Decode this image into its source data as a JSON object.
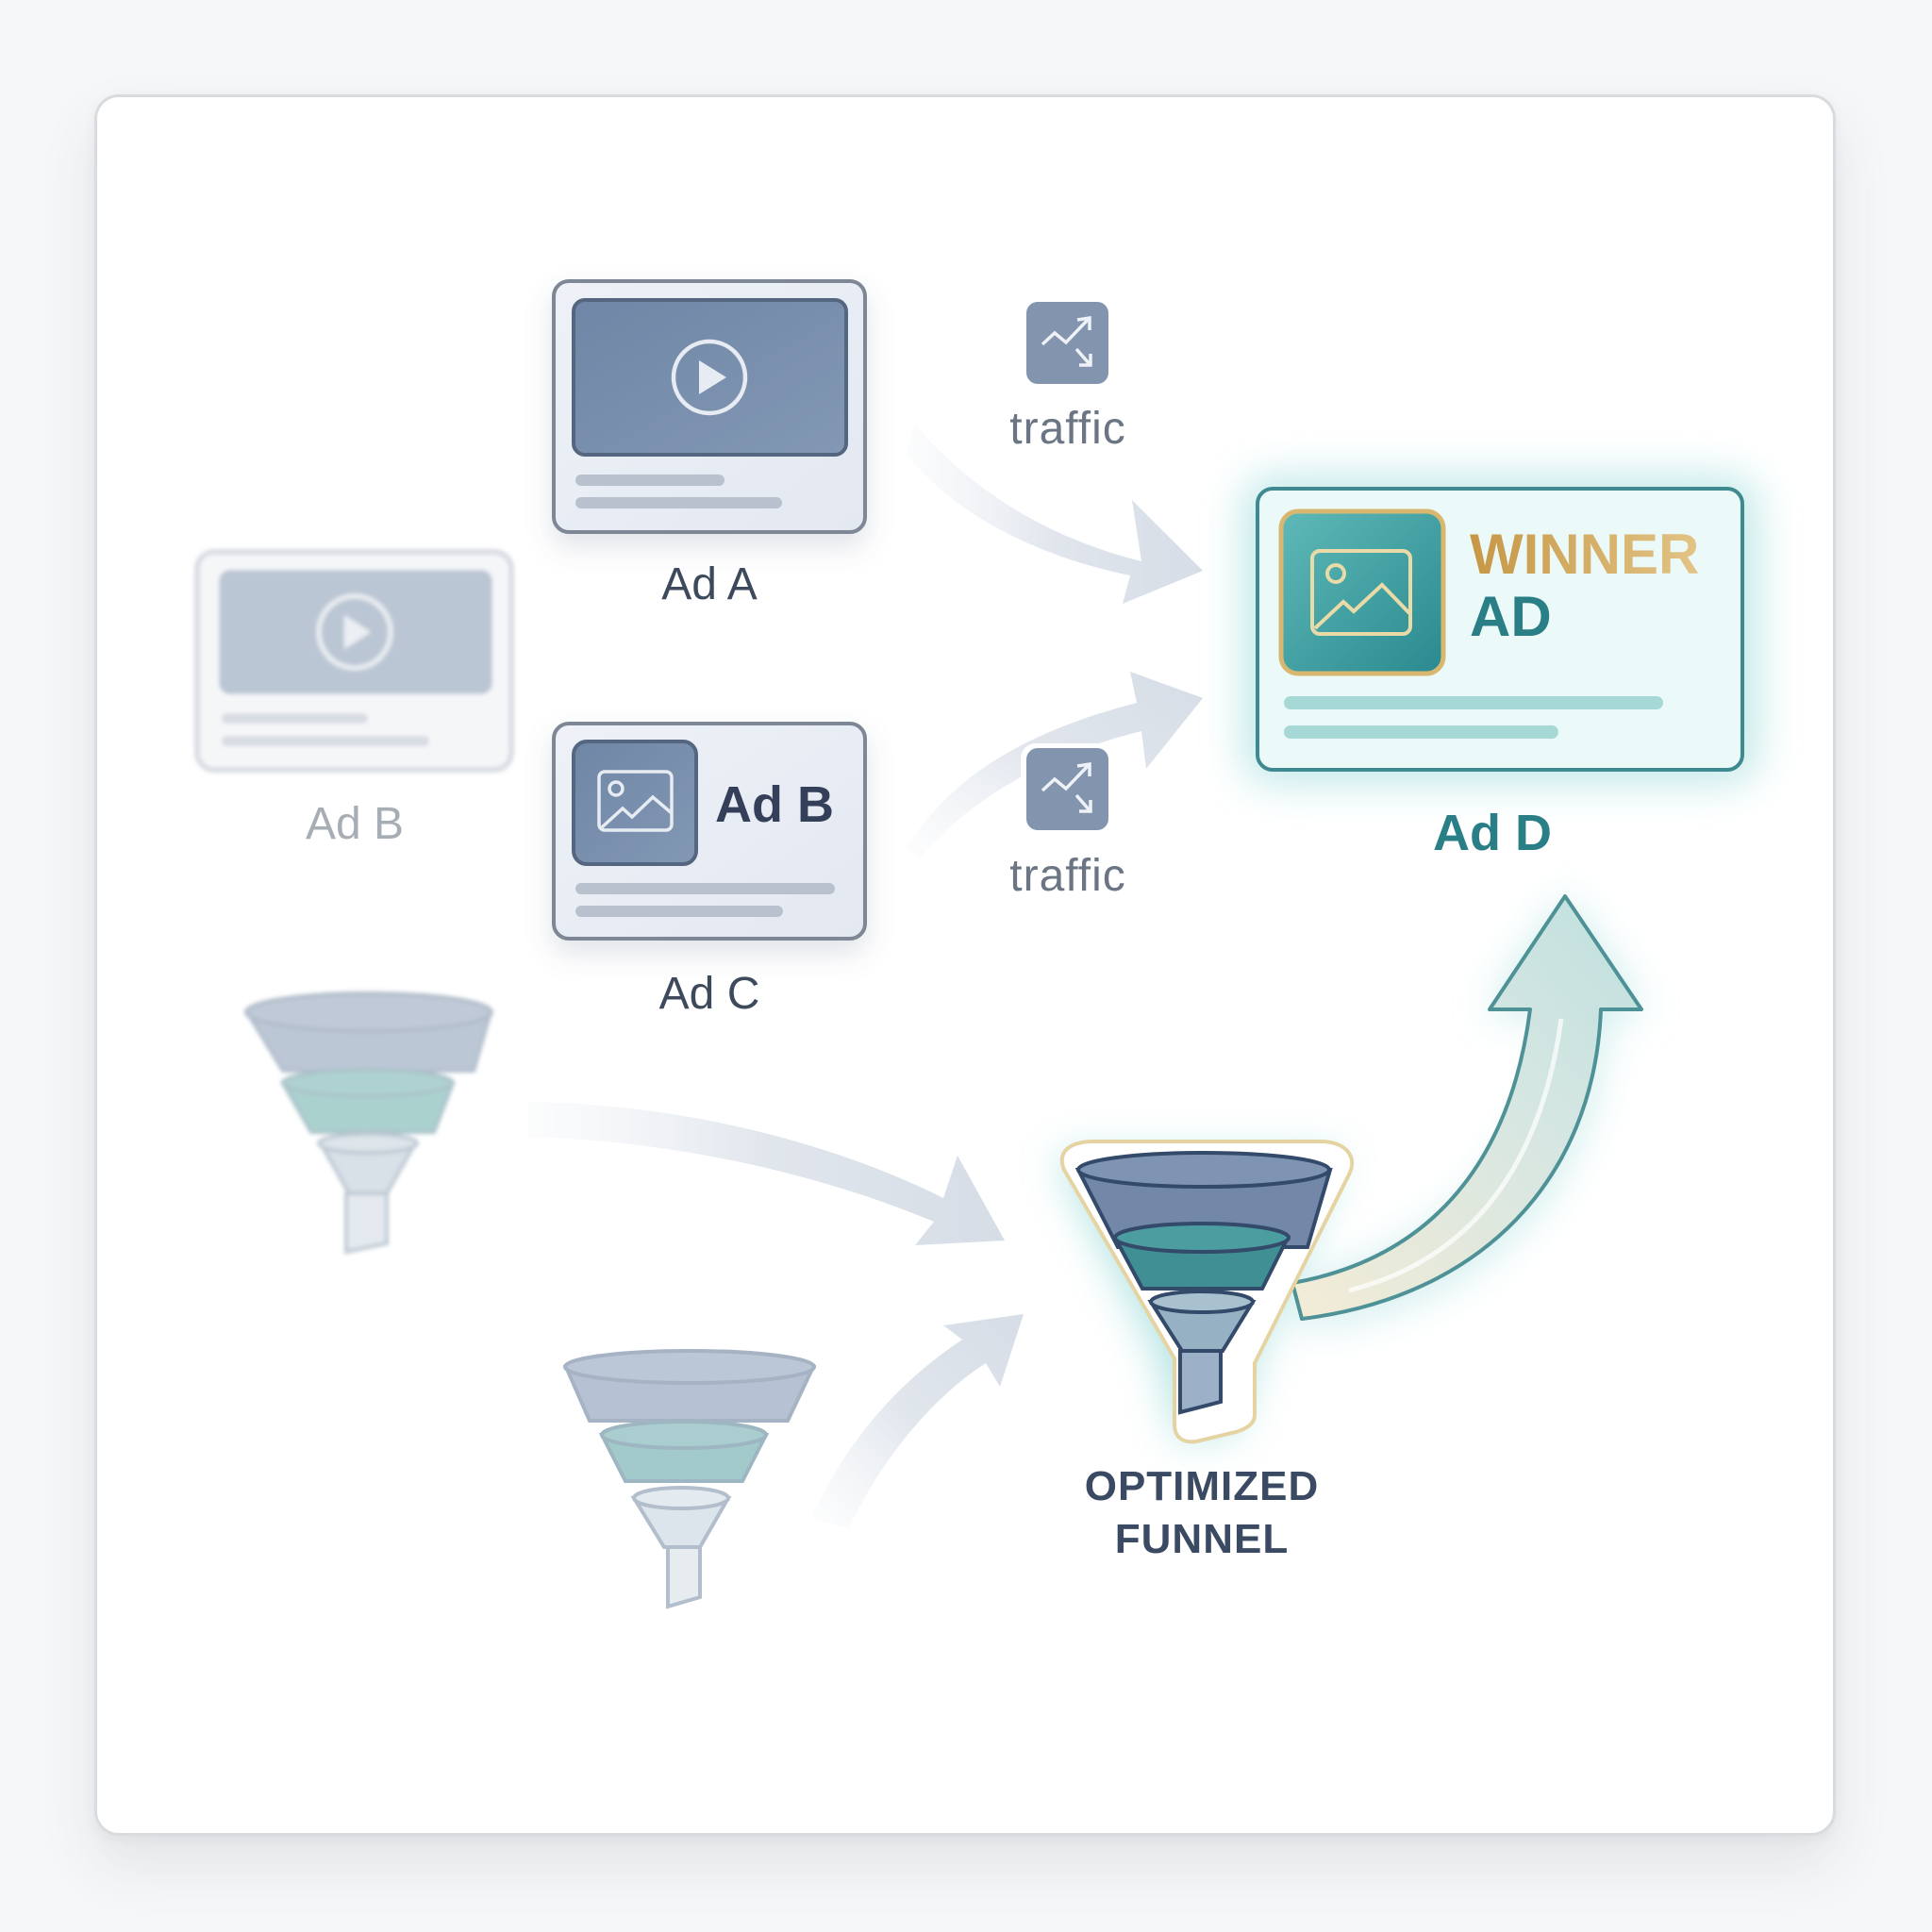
{
  "diagram": {
    "title": "Ad testing to optimized funnel",
    "ads": [
      {
        "id": "ad-a",
        "label": "Ad A",
        "media": "video",
        "state": "active"
      },
      {
        "id": "ad-b-ghost",
        "label": "Ad B",
        "media": "video",
        "state": "faded"
      },
      {
        "id": "ad-c",
        "label": "Ad C",
        "media": "image",
        "card_title": "Ad B",
        "state": "active"
      },
      {
        "id": "ad-d",
        "label": "Ad D",
        "media": "image",
        "card_title_line1": "WINNER",
        "card_title_line2": "AD",
        "state": "winner"
      }
    ],
    "traffic_badges": [
      {
        "label": "traffic",
        "icon": "trending-arrows-icon"
      },
      {
        "label": "traffic",
        "icon": "trending-arrows-icon"
      }
    ],
    "funnels": [
      {
        "id": "ghost-funnel-1",
        "state": "faded"
      },
      {
        "id": "ghost-funnel-2",
        "state": "faded"
      },
      {
        "id": "optimized-funnel",
        "state": "highlighted",
        "label_line1": "OPTIMIZED",
        "label_line2": "FUNNEL"
      }
    ],
    "flows": [
      {
        "from": "ad-a",
        "to": "ad-d",
        "via": "traffic"
      },
      {
        "from": "ad-c",
        "to": "ad-d",
        "via": "traffic"
      },
      {
        "from": "ghost-funnel-1",
        "to": "optimized-funnel"
      },
      {
        "from": "ghost-funnel-2",
        "to": "optimized-funnel"
      },
      {
        "from": "optimized-funnel",
        "to": "ad-d",
        "style": "highlighted-up-arrow"
      }
    ],
    "colors": {
      "slate": "#7a90ae",
      "slate_dark": "#4f607a",
      "teal": "#2a7f86",
      "teal_light": "#5fb8b8",
      "gold": "#c9a04e",
      "ghost_arrow": "#dde3ea"
    }
  }
}
